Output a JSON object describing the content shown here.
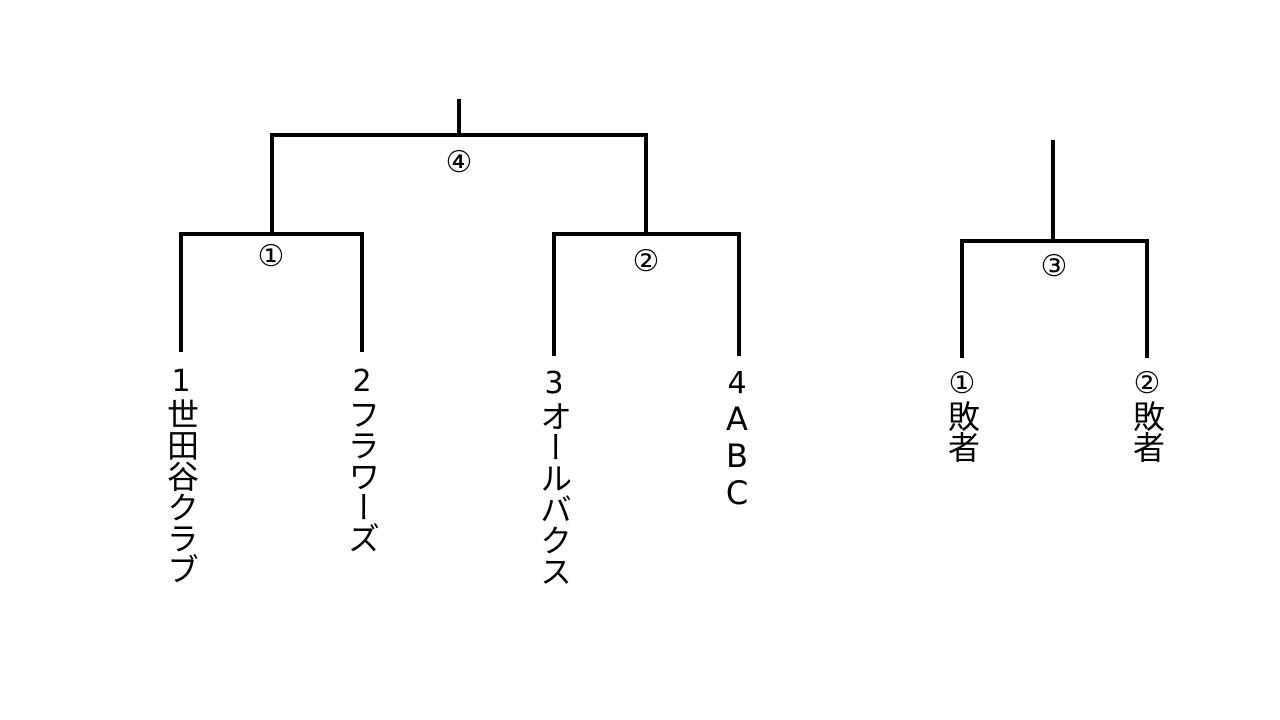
{
  "matches": {
    "m1": "①",
    "m2": "②",
    "m3": "③",
    "m4": "④"
  },
  "teams": [
    {
      "seed": "1",
      "name": "世田谷クラブ"
    },
    {
      "seed": "2",
      "name": "フラワーズ"
    },
    {
      "seed": "3",
      "name": "オールバクス"
    },
    {
      "seed": "4",
      "name": "ABC"
    }
  ],
  "consolation": [
    {
      "seed": "①",
      "name": "敗者"
    },
    {
      "seed": "②",
      "name": "敗者"
    }
  ]
}
